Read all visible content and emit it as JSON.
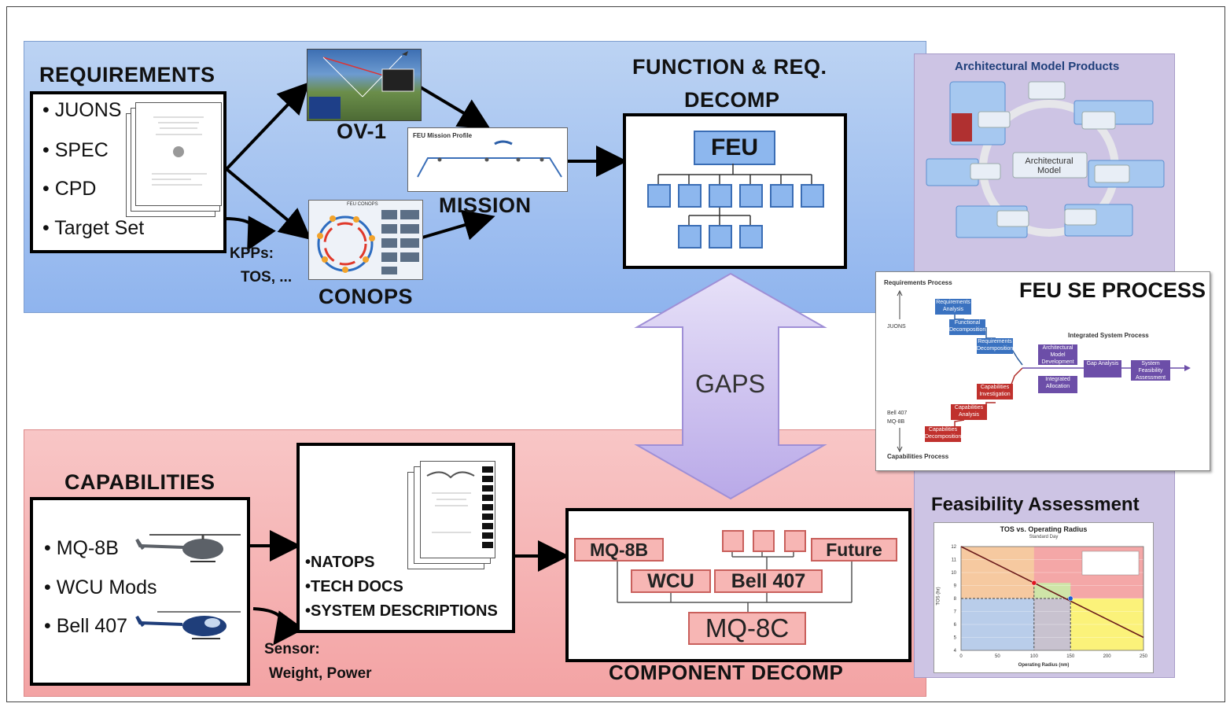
{
  "requirements": {
    "title": "REQUIREMENTS",
    "items": [
      "JUONS",
      "SPEC",
      "CPD",
      "Target Set"
    ],
    "kpp_line1": "KPPs:",
    "kpp_line2": "TOS, ..."
  },
  "ov1": {
    "label": "OV-1"
  },
  "conops": {
    "label": "CONOPS",
    "thumb_title": "FEU CONOPS"
  },
  "mission": {
    "label": "MISSION",
    "thumb_title": "FEU Mission Profile"
  },
  "function_decomp": {
    "title_line1": "FUNCTION & REQ.",
    "title_line2": "DECOMP",
    "root": "FEU"
  },
  "gaps": {
    "label": "GAPS"
  },
  "capabilities": {
    "title": "CAPABILITIES",
    "items": [
      "MQ-8B",
      "WCU Mods",
      "Bell 407"
    ],
    "sensor_line1": "Sensor:",
    "sensor_line2": "Weight, Power"
  },
  "docs": {
    "items": [
      "•NATOPS",
      "•TECH DOCS",
      "•SYSTEM DESCRIPTIONS"
    ]
  },
  "component_decomp": {
    "title": "COMPONENT DECOMP",
    "mq8b": "MQ-8B",
    "wcu": "WCU",
    "bell": "Bell 407",
    "future": "Future",
    "mq8c": "MQ-8C"
  },
  "arch_products": {
    "title": "Architectural Model Products",
    "center_line1": "Architectural",
    "center_line2": "Model"
  },
  "se_process": {
    "title": "FEU SE PROCESS",
    "req_process": "Requirements Process",
    "cap_process": "Capabilities Process",
    "integrated": "Integrated System Process",
    "juons": "JUONS",
    "bell": "Bell 407",
    "mq8b": "MQ-8B",
    "blue_steps": [
      "Requirements Analysis",
      "Functional Decomposition",
      "Requirements Decomposition"
    ],
    "red_steps": [
      "Capabilities Investigation",
      "Capabilities Analysis",
      "Capabilities Decomposition"
    ],
    "purple_steps": [
      "Architectural Model Development",
      "Integrated Allocation",
      "Gap Analysis",
      "System Feasibility Assessment"
    ]
  },
  "feasibility": {
    "title": "Feasibility Assessment",
    "chart_title": "TOS vs. Operating Radius",
    "chart_subtitle": "Standard Day",
    "xlabel": "Operating Radius (nm)",
    "ylabel": "TOS (hr)"
  },
  "chart_data": {
    "type": "line",
    "title": "TOS vs. Operating Radius",
    "subtitle": "Standard Day",
    "xlabel": "Operating Radius (nm)",
    "ylabel": "TOS (hr)",
    "xlim": [
      0,
      250
    ],
    "ylim": [
      4,
      12
    ],
    "x_ticks": [
      0,
      50,
      100,
      150,
      200,
      250
    ],
    "y_ticks": [
      4,
      5,
      6,
      7,
      8,
      9,
      10,
      11,
      12
    ],
    "series": [
      {
        "values": [
          [
            0,
            12
          ],
          [
            250,
            5
          ]
        ]
      }
    ],
    "points": [
      {
        "x": 100,
        "y": 9.2,
        "color": "#e0141e"
      },
      {
        "x": 150,
        "y": 8,
        "color": "#1e5bd6"
      }
    ],
    "threshold_y": 8,
    "threshold_x": [
      100,
      150
    ]
  },
  "colors": {
    "blue_panel": "#a9c6f1",
    "red_panel": "#f5b3b4",
    "purple_panel": "#cdc4e4",
    "feu_node": "#8db7ee",
    "red_node": "#f7b6b4",
    "gaps_arrow": "#cfc3ee"
  }
}
